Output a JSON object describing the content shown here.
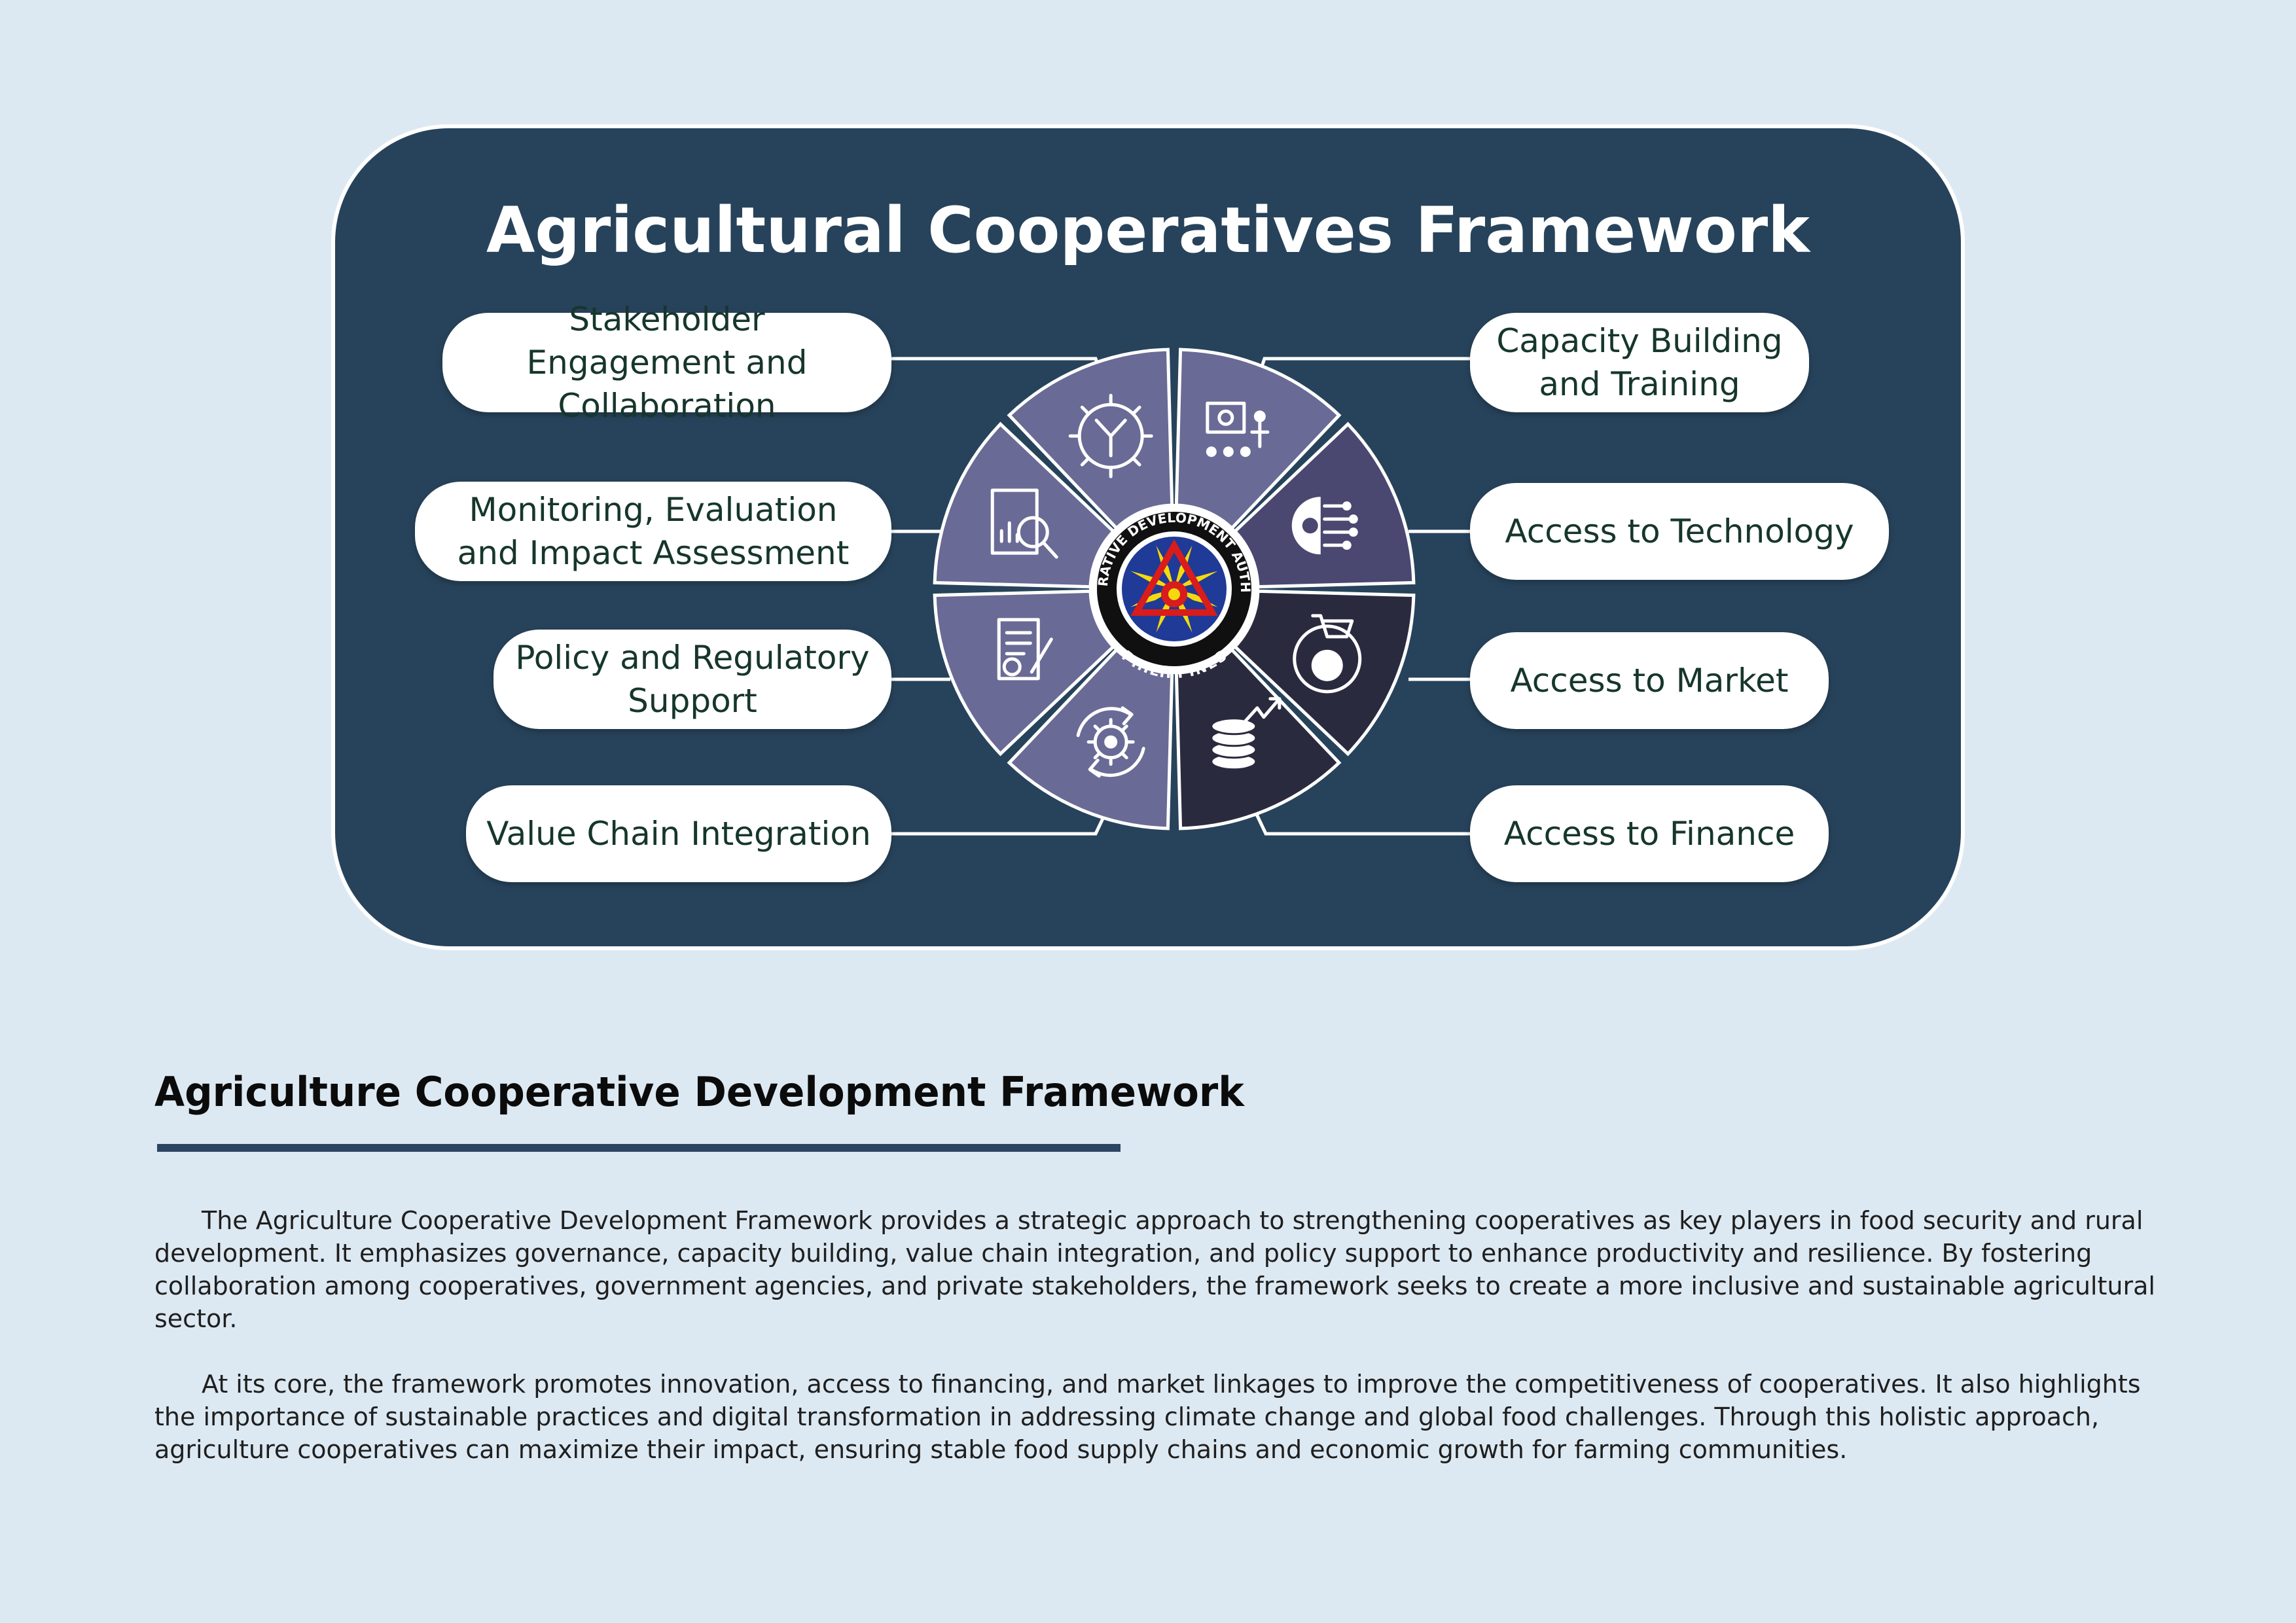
{
  "infographic": {
    "title": "Agricultural Cooperatives Framework",
    "center_logo": {
      "name": "cooperative-development-authority-seal",
      "ring_text_top": "COOPERATIVE DEVELOPMENT AUTHORITY",
      "ring_text_bottom": "PHILIPPINES"
    },
    "left_labels": [
      "Stakeholder Engagement and Collaboration",
      "Monitoring, Evaluation and Impact Assessment",
      "Policy and Regulatory Support",
      "Value Chain Integration"
    ],
    "right_labels": [
      "Capacity Building and Training",
      "Access to Technology",
      "Access to Market",
      "Access to Finance"
    ],
    "segment_icons": [
      "gear-handshake-icon",
      "training-presentation-icon",
      "tech-gear-circuit-icon",
      "shopping-cart-globe-icon",
      "coins-growth-icon",
      "cycle-gear-icon",
      "policy-document-icon",
      "report-magnifier-icon"
    ],
    "colors": {
      "card_background": "#27435b",
      "card_border": "#ffffff",
      "pill_background": "#ffffff",
      "pill_text": "#16362c",
      "segment_light": "#6a6a96",
      "segment_mid": "#4a4870",
      "segment_dark": "#2a2a3f"
    }
  },
  "section": {
    "heading": "Agriculture Cooperative Development Framework",
    "rule_color": "#2d4561",
    "paragraphs": [
      "The Agriculture Cooperative Development Framework provides a strategic approach to strengthening cooperatives as key players in food security and rural development. It emphasizes governance, capacity building, value chain integration, and policy support to enhance productivity and resilience. By fostering collaboration among cooperatives, government agencies, and private stakeholders, the framework seeks to create a more inclusive and sustainable agricultural sector.",
      "At its core, the framework promotes innovation, access to financing, and market linkages to improve the competitiveness of cooperatives. It also highlights the importance of sustainable practices and digital transformation in addressing climate change and global food challenges. Through this holistic approach, agriculture cooperatives can maximize their impact, ensuring stable food supply chains and economic growth for farming communities."
    ]
  }
}
